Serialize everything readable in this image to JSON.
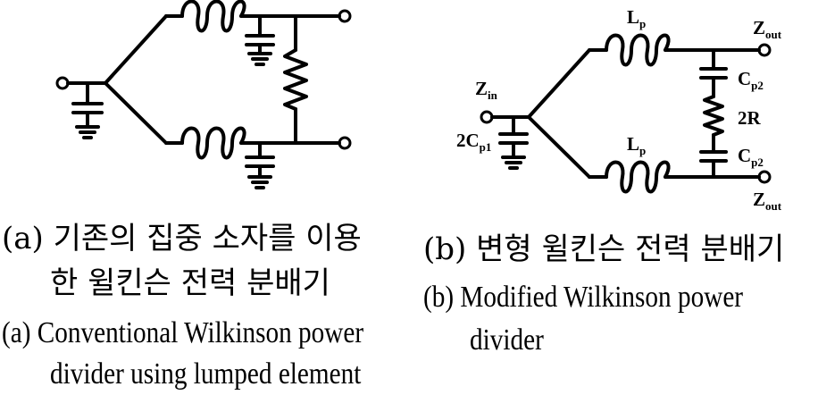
{
  "figure_a": {
    "caption_kr_line1": "(a) 기존의 집중 소자를 이용",
    "caption_kr_line2": "한 윌킨슨 전력 분배기",
    "caption_en_line1": "(a) Conventional Wilkinson power",
    "caption_en_line2": "divider using lumped element"
  },
  "figure_b": {
    "caption_kr": "(b) 변형 윌킨슨 전력 분배기",
    "caption_en_line1": "(b) Modified Wilkinson power",
    "caption_en_line2": "divider",
    "labels": {
      "zin_main": "Z",
      "zin_sub": "in",
      "zout_top_main": "Z",
      "zout_top_sub": "out",
      "zout_bot_main": "Z",
      "zout_bot_sub": "out",
      "lp_top_main": "L",
      "lp_top_sub": "p",
      "lp_bot_main": "L",
      "lp_bot_sub": "p",
      "cp2_top_main": "C",
      "cp2_top_sub": "p2",
      "cp2_bot_main": "C",
      "cp2_bot_sub": "p2",
      "r_label": "2R",
      "cp1_prefix": "2C",
      "cp1_sub": "p1"
    }
  }
}
